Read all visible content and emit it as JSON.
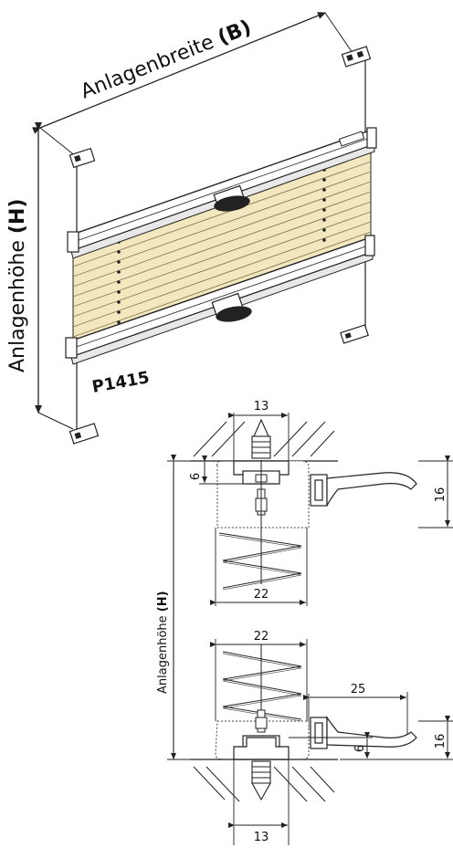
{
  "labels": {
    "width_prefix": "Anlagenbreite ",
    "width_code": "(B)",
    "height_prefix": "Anlagenhöhe ",
    "height_code": "(H)",
    "model": "P1415",
    "section_height_prefix": "Anlagenhöhe ",
    "section_height_code": "(H)"
  },
  "dimensions": {
    "top_bracket_width": "13",
    "top_offset": "6",
    "top_rail_height": "16",
    "top_fabric_width": "22",
    "bottom_fabric_width": "22",
    "handle_reach": "25",
    "bottom_rail_height": "16",
    "bottom_offset": "6",
    "bottom_bracket_width": "13"
  },
  "colors": {
    "fabric": "#f3e7bf",
    "line": "#222222",
    "rail": "#ffffff"
  }
}
